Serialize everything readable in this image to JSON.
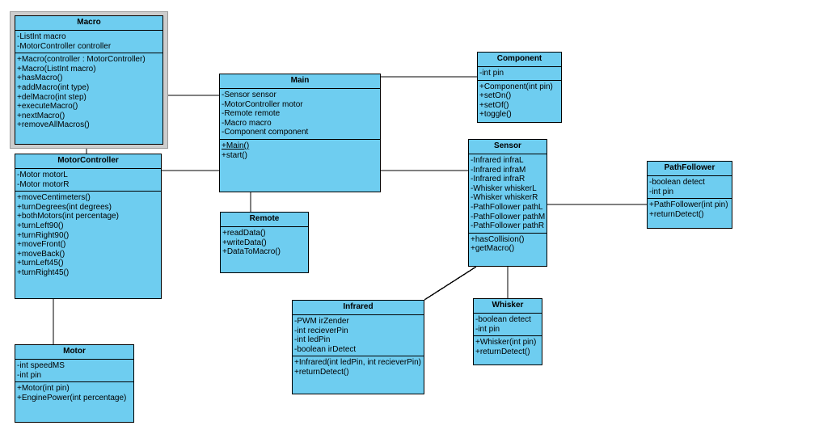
{
  "diagram": {
    "title": "UML Class Diagram",
    "background_color": "#ffffff",
    "class_fill_color": "#6ecdf0",
    "class_border_color": "#000000",
    "selection_frame_color": "#cdcdcd",
    "line_color": "#000000"
  },
  "classes": [
    {
      "id": "macro",
      "name": "Macro",
      "selected": true,
      "attributes": [
        "-ListInt macro",
        "-MotorController controller"
      ],
      "methods": [
        "+Macro(controller : MotorController)",
        "+Macro(ListInt macro)",
        "+hasMacro()",
        "+addMacro(int type)",
        "+delMacro(int step)",
        "+executeMacro()",
        "+nextMacro()",
        "+removeAllMacros()"
      ]
    },
    {
      "id": "motorcontroller",
      "name": "MotorController",
      "selected": false,
      "attributes": [
        "-Motor motorL",
        "-Motor motorR"
      ],
      "methods": [
        "+moveCentimeters()",
        "+turnDegrees(int degrees)",
        "+bothMotors(int percentage)",
        "+turnLeft90()",
        "+turnRight90()",
        "+moveFront()",
        "+moveBack()",
        "+turnLeft45()",
        "+turnRight45()"
      ]
    },
    {
      "id": "motor",
      "name": "Motor",
      "selected": false,
      "attributes": [
        "-int speedMS",
        "-int pin"
      ],
      "methods": [
        "+Motor(int pin)",
        "+EnginePower(int percentage)"
      ]
    },
    {
      "id": "main",
      "name": "Main",
      "selected": false,
      "attributes": [
        "-Sensor sensor",
        "-MotorController motor",
        "-Remote remote",
        "-Macro macro",
        "-Component component"
      ],
      "methods": [
        "+Main()",
        "+start()"
      ],
      "static_methods": [
        "+Main()"
      ]
    },
    {
      "id": "remote",
      "name": "Remote",
      "selected": false,
      "attributes": [],
      "methods": [
        "+readData()",
        "+writeData()",
        "+DataToMacro()"
      ]
    },
    {
      "id": "component",
      "name": "Component",
      "selected": false,
      "attributes": [
        "-int pin"
      ],
      "methods": [
        "+Component(int pin)",
        "+setOn()",
        "+setOf()",
        "+toggle()"
      ]
    },
    {
      "id": "sensor",
      "name": "Sensor",
      "selected": false,
      "attributes": [
        "-Infrared infraL",
        "-Infrared infraM",
        "-Infrared infraR",
        "-Whisker whiskerL",
        "-Whisker whiskerR",
        "-PathFollower pathL",
        "-PathFollower pathM",
        "-PathFollower pathR"
      ],
      "methods": [
        "+hasCollision()",
        "+getMacro()"
      ]
    },
    {
      "id": "pathfollower",
      "name": "PathFollower",
      "selected": false,
      "attributes": [
        "-boolean detect",
        "-int pin"
      ],
      "methods": [
        "+PathFollower(int pin)",
        "+returnDetect()"
      ]
    },
    {
      "id": "infrared",
      "name": "Infrared",
      "selected": false,
      "attributes": [
        "-PWM irZender",
        "-int recieverPin",
        "-int ledPin",
        "-boolean irDetect"
      ],
      "methods": [
        "+Infrared(int ledPin, int recieverPin)",
        "+returnDetect()"
      ]
    },
    {
      "id": "whisker",
      "name": "Whisker",
      "selected": false,
      "attributes": [
        "-boolean detect",
        "-int pin"
      ],
      "methods": [
        "+Whisker(int pin)",
        "+returnDetect()"
      ]
    }
  ],
  "relationships": [
    {
      "from": "macro",
      "to": "main",
      "kind": "association"
    },
    {
      "from": "macro",
      "to": "motorcontroller",
      "kind": "association"
    },
    {
      "from": "motorcontroller",
      "to": "main",
      "kind": "association"
    },
    {
      "from": "motorcontroller",
      "to": "motor",
      "kind": "association"
    },
    {
      "from": "main",
      "to": "component",
      "kind": "association"
    },
    {
      "from": "main",
      "to": "sensor",
      "kind": "association"
    },
    {
      "from": "main",
      "to": "remote",
      "kind": "association"
    },
    {
      "from": "sensor",
      "to": "pathfollower",
      "kind": "association"
    },
    {
      "from": "sensor",
      "to": "infrared",
      "kind": "association"
    },
    {
      "from": "sensor",
      "to": "whisker",
      "kind": "association"
    }
  ]
}
